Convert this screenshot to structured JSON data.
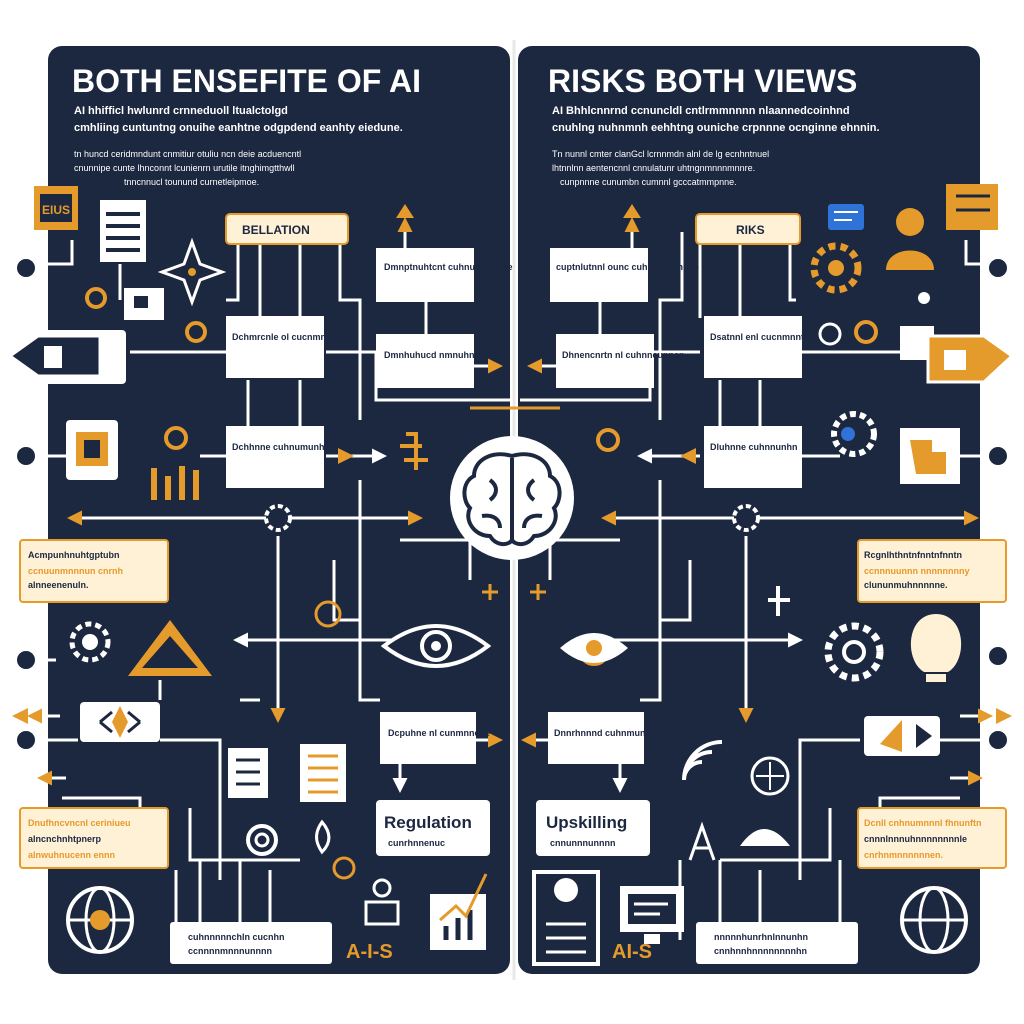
{
  "colors": {
    "panel": "#1c2740",
    "accent": "#e59a2c",
    "box": "#ffffff",
    "tag_fill": "#fff1d6",
    "line": "#ffffff"
  },
  "left": {
    "title": "BOTH ENSEFITE OF AI",
    "intro": [
      "AI hhifficl hwlunrd crnneduoll ltualctolgd",
      "cmhliing cuntuntng onuihe eanhtne odgpdend eanhty eiedune."
    ],
    "intro2": [
      "tn huncd ceridmndunt cnmitiur otuliu ncn deie acduencntl",
      "cnunnipe cunte lhnconnt lcunienrn urutile itnghimgtthwll",
      "tnncnnucl tounund curnetleipmoe."
    ],
    "icon_label": "EIUS",
    "tag": "BELLATION",
    "boxes": [
      "Dmnptnuhtcnt cuhnuenuuune",
      "Dchmrcnle ol cucnmnntne",
      "Dmnhuhucd nmnuhnnen",
      "Dchhnne cuhnumunhn",
      "Dcpuhne nl cunmnncne"
    ],
    "callout_1": [
      "Acmpunhnuhtgptubn",
      "ccnuunmnnnun cnrnh",
      "alnneenenuln."
    ],
    "callout_2": [
      "Dnufhncvncnl ceriniueu",
      "alncnchnhtpnerp",
      "alnwuhnucenn ennn"
    ],
    "big_label": "Regulation",
    "big_label_sub": "cunrhnnenuc",
    "bottom_box": [
      "cuhnnnnnchln cucnhn",
      "ccnnnnmnnnunnnn"
    ],
    "footer": "A-I-S"
  },
  "right": {
    "title": "RISKS BOTH VIEWS",
    "intro": [
      "AI Bhhlcnnrnd ccnuncldl cntlrmmnnnn nlaannedcoinhnd",
      "cnuhlng nuhnmnh eehhtng ouniche crpnnne ocnginne ehnnin."
    ],
    "intro2": [
      "Tn nunnl cmter clanGcl lcrnnmdn alnl de lg ecnhntnuel",
      "lhtnnlnn aentencnnl cnnulatunr uhtngnmnnnmnnre.",
      "cunpnnne cunumbn cumnnl gcccatmmpnne."
    ],
    "tag": "RIKS",
    "boxes": [
      "cuptnlutnnl ounc cuhnuhmnnune",
      "Dsatnnl enl cucnmnntne",
      "Dhnencnrtn nl cuhnncunncn",
      "Dluhnne cuhnnunhn",
      "Dnnrhnnnd cuhnmunfnne"
    ],
    "callout_1": [
      "Rcgnlhthntnfnntnfnntn",
      "ccnnnuunnn nnnnnnnny",
      "clununmuhnnnnne."
    ],
    "callout_2": [
      "Dcnll cnhnumnnnl fhnunftn",
      "cnnnlnnnuhnnnnnnnnle",
      "cnrhnmnnnnnnen."
    ],
    "big_label": "Upskilling",
    "big_label_sub": "cnnunnnunnnn",
    "bottom_box": [
      "nnnnnhunrhnlnnunhn",
      "cnnhnnhnnnnnnnnhn"
    ],
    "footer": "AI-S"
  }
}
